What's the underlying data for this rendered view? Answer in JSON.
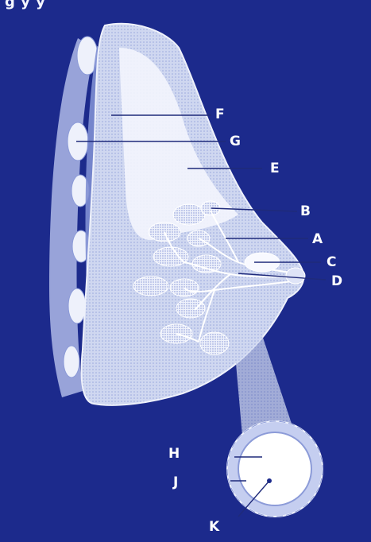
{
  "figure": {
    "top_caption_fragment": "g          y               y",
    "background_color": "#1c2a8c",
    "illustration_color": "#e8ecf8"
  },
  "labels": {
    "A": "A",
    "B": "B",
    "C": "C",
    "D": "D",
    "E": "E",
    "F": "F",
    "G": "G",
    "H": "H",
    "J": "J",
    "K": "K"
  }
}
